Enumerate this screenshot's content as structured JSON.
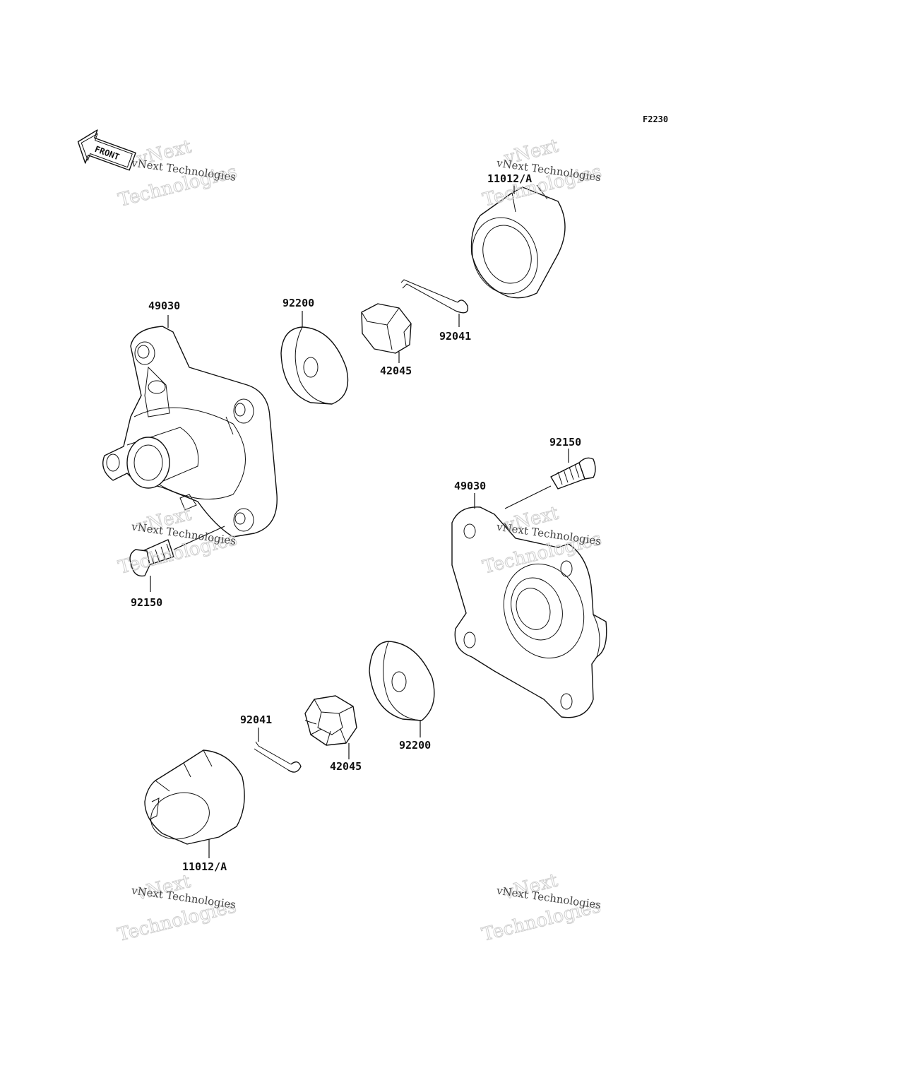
{
  "diagram_code": "F2230",
  "front_label": "FRONT",
  "parts": {
    "hub_left": "49030",
    "hub_right": "49030",
    "washer_top": "92200",
    "washer_bottom": "92200",
    "nut_top": "42045",
    "nut_bottom": "42045",
    "pin_top": "92041",
    "pin_bottom": "92041",
    "bolt_right": "92150",
    "bolt_left": "92150",
    "cap_top": "11012/A",
    "cap_bottom": "11012/A"
  },
  "watermark": {
    "line_a": "vNext",
    "line_b": "vNext Technologies",
    "line_c": "Technologies"
  }
}
